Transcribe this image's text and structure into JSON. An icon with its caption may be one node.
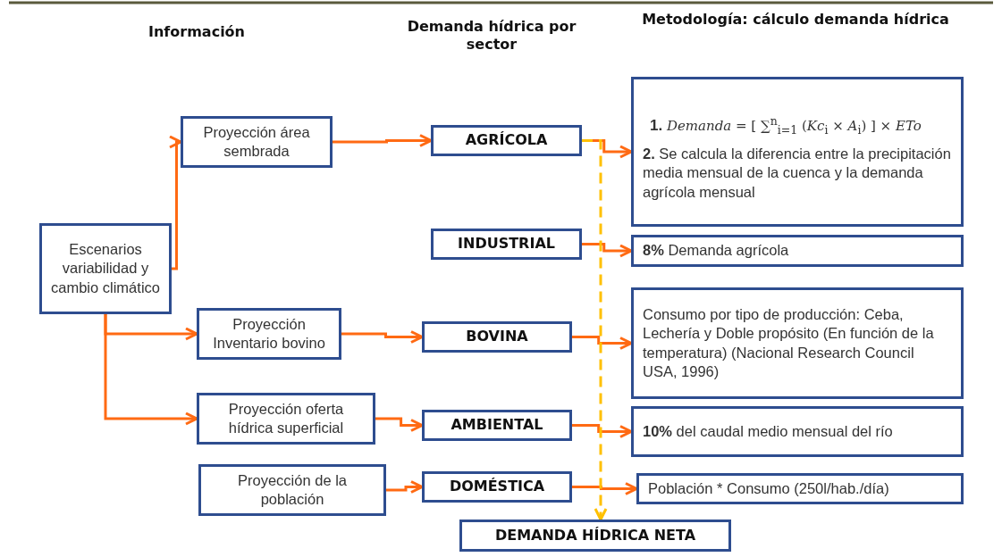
{
  "diagram": {
    "nodes": [
      {
        "text": [
          "Escenarios variabilidad y cambio climático"
        ]
      },
      {
        "text": [
          "Proyección área sembrada"
        ]
      },
      {
        "text": [
          "Proyección Inventario bovino"
        ]
      },
      {
        "text": [
          "Proyección oferta hídrica superficial"
        ]
      },
      {
        "text": [
          "Proyección de la población"
        ]
      },
      {
        "text": [
          "AGRÍCOLA"
        ]
      },
      {
        "text": [
          "INDUSTRIAL"
        ]
      },
      {
        "text": [
          "BOVINA"
        ]
      },
      {
        "text": [
          "AMBIENTAL"
        ]
      },
      {
        "text": [
          "DOMÉSTICA"
        ]
      },
      {
        "text": [
          "**1.** *Demanda* = [ ∑$^{n}$$_{i=1}$ (*Kc*$_{i}$ × *A*$_{i}$) ] × *ETo*",
          "**2.** Se calcula la diferencia entre la precipitación media mensual de la cuenca y la demanda agrícola mensual"
        ]
      },
      {
        "text": [
          "**8%** Demanda agrícola"
        ]
      },
      {
        "text": [
          "Consumo por tipo de producción: Ceba, Lechería y Doble propósito (En función de la temperatura) (Nacional Research Council USA, 1996)"
        ]
      },
      {
        "text": [
          "**10%** del caudal medio mensual del río"
        ]
      },
      {
        "text": [
          "Población * Consumo (250l/hab./día)"
        ]
      },
      {
        "text": [
          "DEMANDA HÍDRICA NETA"
        ]
      }
    ],
    "edges": [
      {
        "from": 0,
        "to": 1,
        "arrow": "to"
      },
      {
        "from": 0,
        "to": 2,
        "arrow": "to"
      },
      {
        "from": 0,
        "to": 3,
        "arrow": "to"
      },
      {
        "from": 1,
        "to": 5,
        "arrow": "to"
      },
      {
        "from": 2,
        "to": 7,
        "arrow": "to"
      },
      {
        "from": 3,
        "to": 8,
        "arrow": "to"
      },
      {
        "from": 4,
        "to": 9,
        "arrow": "to"
      },
      {
        "from": 5,
        "to": 10,
        "arrow": "to"
      },
      {
        "from": 6,
        "to": 11,
        "arrow": "to"
      },
      {
        "from": 7,
        "to": 12,
        "arrow": "to"
      },
      {
        "from": 8,
        "to": 13,
        "arrow": "to"
      },
      {
        "from": 9,
        "to": 14,
        "arrow": "to"
      },
      {
        "from": 5,
        "to": 15,
        "arrow": "to",
        "style": "dashed",
        "color": "#ffc000"
      }
    ],
    "labels": [
      "Información",
      "Demanda hídrica por sector",
      "Metodología: cálculo demanda hídrica"
    ]
  }
}
